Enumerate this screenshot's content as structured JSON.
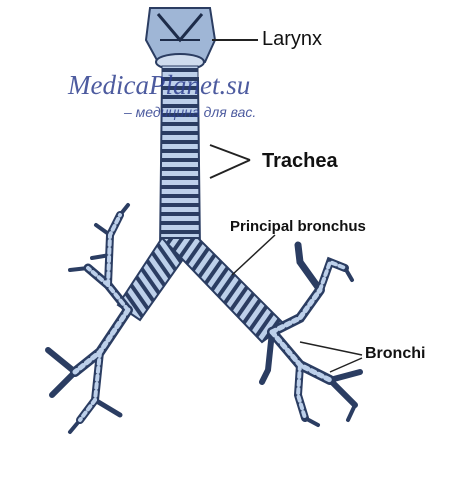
{
  "labels": {
    "larynx": "Larynx",
    "trachea": "Trachea",
    "principal_bronchus": "Principal bronchus",
    "bronchi": "Bronchi"
  },
  "watermark": {
    "title": "MedicaPlanet.su",
    "subtitle": "– медицина для вас."
  },
  "colors": {
    "airway_light": "#b9cbe4",
    "airway_dark": "#2b3d62",
    "leader_line": "#222222",
    "watermark": "#2e3f8f"
  }
}
